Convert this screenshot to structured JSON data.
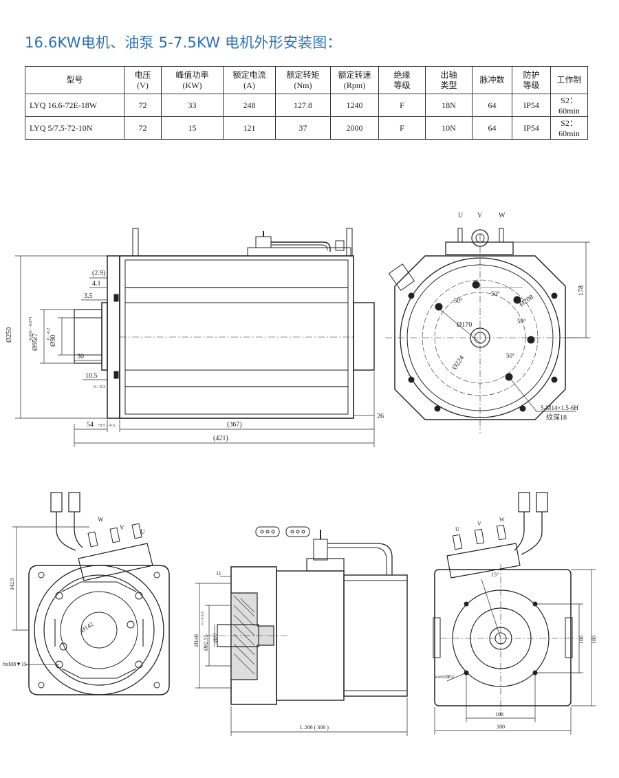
{
  "title": "16.6KW电机、油泵 5-7.5KW 电机外形安装图：",
  "table": {
    "headers": [
      {
        "name": "型号",
        "unit": ""
      },
      {
        "name": "电压",
        "unit": "(V)"
      },
      {
        "name": "峰值功率",
        "unit": "(KW)"
      },
      {
        "name": "额定电流",
        "unit": "(A)"
      },
      {
        "name": "额定转矩",
        "unit": "(Nm)"
      },
      {
        "name": "额定转速",
        "unit": "(Rpm)"
      },
      {
        "name": "绝缘",
        "unit": "等级"
      },
      {
        "name": "出轴",
        "unit": "类型"
      },
      {
        "name": "脉冲数",
        "unit": ""
      },
      {
        "name": "防护",
        "unit": "等级"
      },
      {
        "name": "工作制",
        "unit": ""
      }
    ],
    "rows": [
      [
        "LYQ 16.6-72E-18W",
        "72",
        "33",
        "248",
        "127.8",
        "1240",
        "F",
        "18N",
        "64",
        "IP54",
        "S2：60min"
      ],
      [
        "LYQ 5/7.5-72-10N",
        "72",
        "15",
        "121",
        "37",
        "2000",
        "F",
        "10N",
        "64",
        "IP54",
        "S2：60min"
      ]
    ]
  },
  "drawing_top": {
    "dims": {
      "d29": "(2.9)",
      "d41": "4.1",
      "d35": "3.5",
      "d250": "Ø250",
      "d95": "Ø95f7",
      "d95tol": "-0.036 / -0.071",
      "d90": "Ø90",
      "d90tol": "0 / -0.2",
      "d30": "30",
      "d105": "10.5",
      "d105tol": "0 / -0.3",
      "d54": "54",
      "d54tol": "+0.5 / -0.5",
      "d367": "(367)",
      "d421": "(421)",
      "d26": "26",
      "d178": "178",
      "d170": "Ø170",
      "d224": "Ø224",
      "d208": "Ø208",
      "a50a": "50°",
      "a50b": "50°",
      "a50c": "50°",
      "a50d": "50°",
      "thread": "5-M14×1.5-6H",
      "thread_depth": "纹深18"
    },
    "terminals": {
      "u": "U",
      "v": "V",
      "w": "W"
    }
  },
  "drawing_bottom": {
    "dims": {
      "d1429": "142.9",
      "bolt": "6xM8▼15",
      "d142": "Ø142",
      "d11": "11",
      "d140": "Ø140",
      "d825": "Ø82.55",
      "d825tol": "0 / -0.035",
      "d22": "Ø22",
      "l266": "L 266 ( 306 )",
      "a15": "15°",
      "d106a": "106",
      "d180a": "180",
      "d106b": "106",
      "d180b": "180",
      "hole": "4-M10深15"
    },
    "terminals_left": {
      "w": "W",
      "v": "V",
      "u": "U"
    },
    "terminals_right": {
      "u": "U",
      "v": "V",
      "w": "W"
    }
  }
}
